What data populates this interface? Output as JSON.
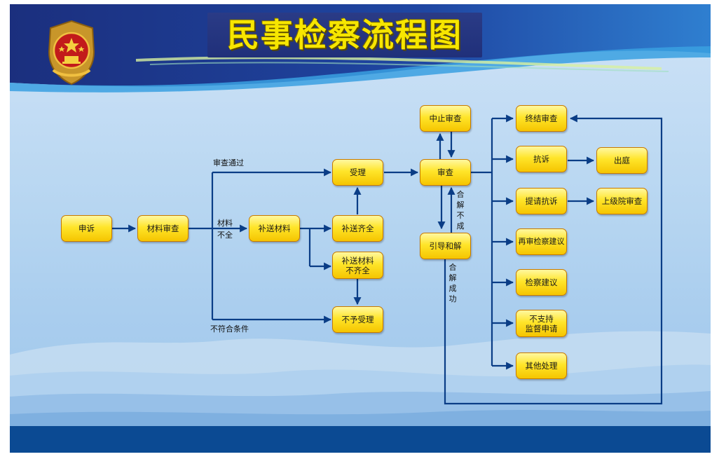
{
  "title": "民事检察流程图",
  "colors": {
    "title": "#f7e600",
    "node_fill": "#ffe52a",
    "node_border": "#c77a00",
    "connector": "#0a3d86",
    "header": "#1a3a8f",
    "footer": "#0b4a93"
  },
  "icons": {
    "emblem": "procuratorate-emblem-icon"
  },
  "nodes": {
    "shensu": "申诉",
    "cailiao_shencha": "材料审查",
    "busong_cailiao": "补送材料",
    "shouli": "受理",
    "busong_qiquan": "补送齐全",
    "busong_buqiquan": "补送材料\n不齐全",
    "buyu_shouli": "不予受理",
    "zhongzhi_shencha": "中止审查",
    "shencha": "审查",
    "yindao_hejie": "引导和解",
    "zhongjie_shencha": "终结审查",
    "kangsu": "抗诉",
    "chuting": "出庭",
    "tiqing_kangsu": "提请抗诉",
    "shangjiyuan_shencha": "上级院审查",
    "zaishen_jiancha_jianyi": "再审检察建议",
    "jiancha_jianyi": "检察建议",
    "buzhichi": "不支持\n监督申请",
    "qita_chuli": "其他处理"
  },
  "labels": {
    "shencha_tongguo": "审查通过",
    "cailiao": "材料",
    "buquan": "不全",
    "bufuhe": "不符合条件",
    "hejie_bucheng": "合解不成",
    "hejie_chenggong": "合解成功"
  }
}
